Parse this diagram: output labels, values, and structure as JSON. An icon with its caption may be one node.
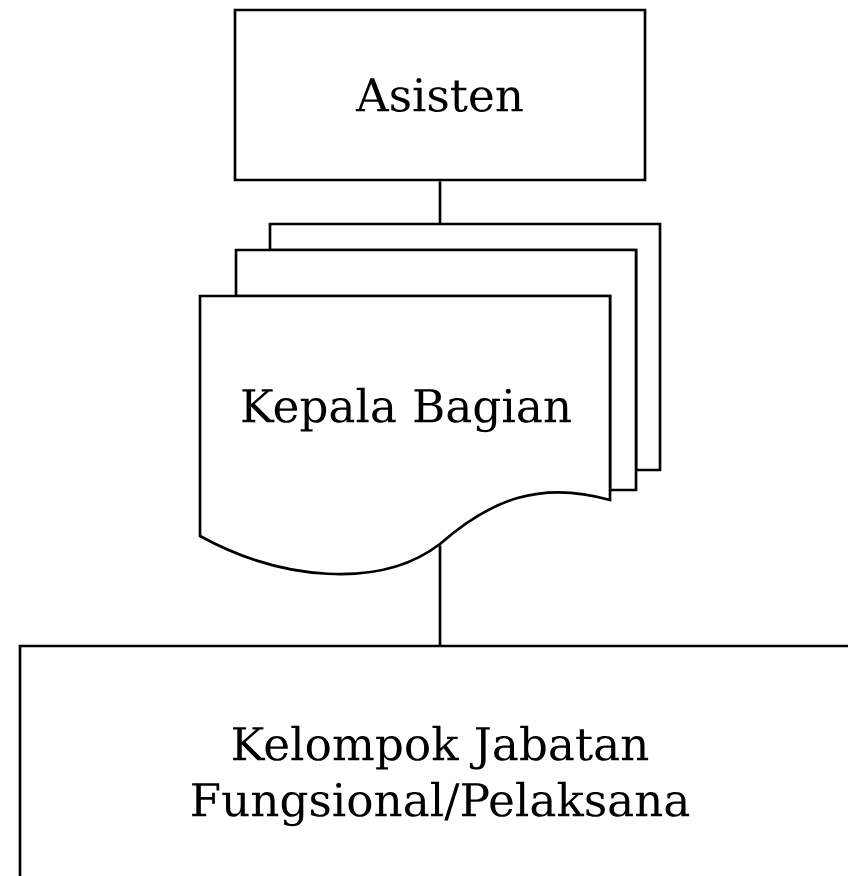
{
  "diagram": {
    "nodes": [
      {
        "text": [
          "Asisten"
        ]
      },
      {
        "text": [
          "Kepala Bagian"
        ]
      },
      {
        "text": [
          "Kelompok Jabatan Fungsional/Pelaksana"
        ]
      }
    ],
    "edges": [
      {
        "from": 0,
        "to": 1,
        "arrow": "none"
      },
      {
        "from": 1,
        "to": 2,
        "arrow": "none"
      }
    ]
  }
}
